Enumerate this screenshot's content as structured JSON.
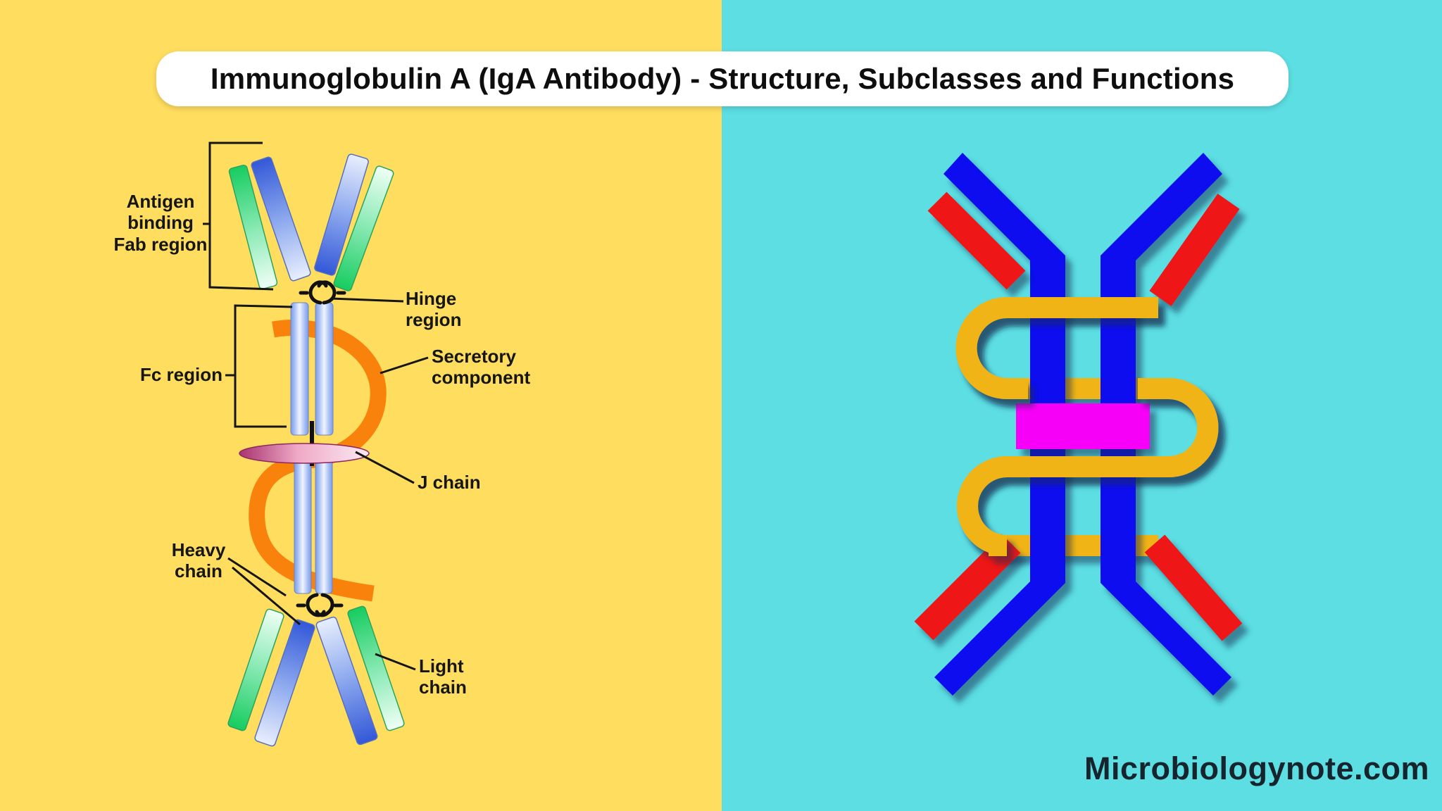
{
  "title": "Immunoglobulin A (IgA Antibody) - Structure, Subclasses and Functions",
  "watermark": "Microbiologynote.com",
  "left_panel": {
    "background": "#FFDD5E",
    "colors": {
      "heavy_chain_blue": "#3358D8",
      "light_chain_green": "#17CC60",
      "secretory_orange": "#F8820B",
      "j_chain_pink": "#D9669E"
    },
    "labels": {
      "fab_line1": "Antigen",
      "fab_line2": "binding",
      "fab_line3": "Fab region",
      "hinge_line1": "Hinge",
      "hinge_line2": "region",
      "fc": "Fc region",
      "secretory_line1": "Secretory",
      "secretory_line2": "component",
      "j_chain": "J chain",
      "heavy_line1": "Heavy",
      "heavy_line2": "chain",
      "light_line1": "Light",
      "light_line2": "chain"
    }
  },
  "right_panel": {
    "background": "#5CDEE3",
    "colors": {
      "heavy_chain_blue": "#1111F0",
      "light_chain_red": "#EE1515",
      "secretory_gold": "#F0B414",
      "j_chain_magenta": "#F702F7"
    }
  }
}
